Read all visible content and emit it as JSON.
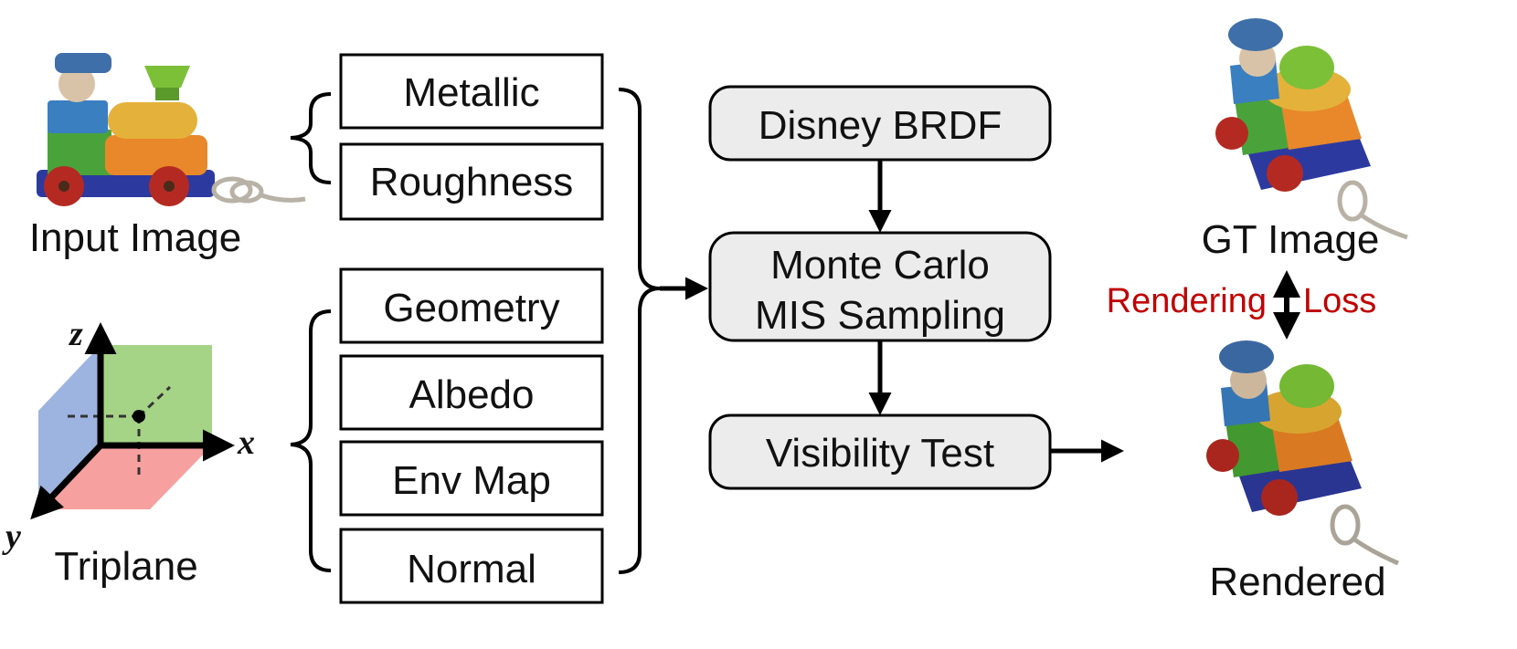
{
  "labels": {
    "input_image": "Input Image",
    "triplane": "Triplane",
    "gt_image": "GT Image",
    "rendered": "Rendered",
    "rendering": "Rendering",
    "loss": "Loss"
  },
  "axes": {
    "x": "x",
    "y": "y",
    "z": "z"
  },
  "material_boxes": [
    "Metallic",
    "Roughness"
  ],
  "property_boxes": [
    "Geometry",
    "Albedo",
    "Env Map",
    "Normal"
  ],
  "pipeline": {
    "brdf": "Disney BRDF",
    "mc_line1": "Monte Carlo",
    "mc_line2": "MIS Sampling",
    "visibility": "Visibility Test"
  },
  "colors": {
    "loss_red": "#c00000",
    "node_fill": "#ececec",
    "plane_xy": "#f7a0a0",
    "plane_yz": "#9db3e0",
    "plane_xz": "#a6d487"
  }
}
